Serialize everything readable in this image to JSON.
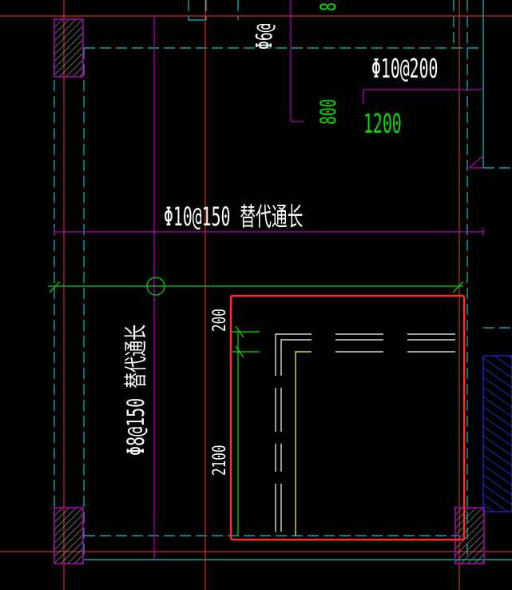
{
  "colors": {
    "background": "#000000",
    "cyan": "#00c8c8",
    "red": "#ff3030",
    "magenta": "#b400b4",
    "green": "#00e000",
    "white": "#ffffff",
    "yellow": "#ffff40",
    "highlight": "#ff2a2a",
    "hatch_blue": "#3030ff"
  },
  "annotations": {
    "top_rebar_partial": "Φ6@",
    "top_dim_partial": "8",
    "rebar_top_right": "Φ10@200",
    "dim_800": "800",
    "dim_1200": "1200",
    "rebar_horizontal": "Φ10@150  替代通长",
    "rebar_vertical": "Φ8@150  替代通长",
    "dim_200": "200",
    "dim_2100": "2100"
  },
  "highlight_box": {
    "label": "selection-box"
  }
}
